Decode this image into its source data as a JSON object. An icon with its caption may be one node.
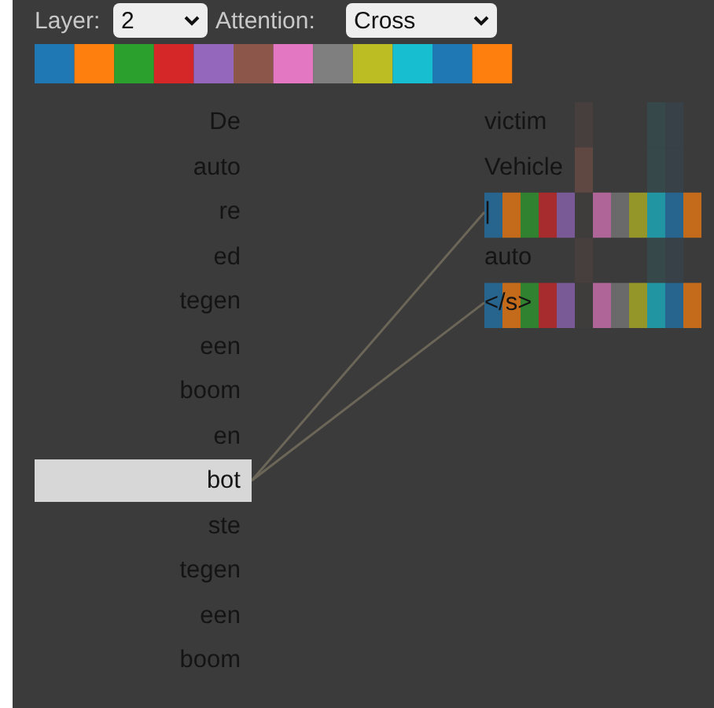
{
  "diagram": {
    "nodes": [
      {
        "text": [
          "De"
        ]
      },
      {
        "text": [
          "auto"
        ]
      },
      {
        "text": [
          "re"
        ]
      },
      {
        "text": [
          "ed"
        ]
      },
      {
        "text": [
          "tegen"
        ]
      },
      {
        "text": [
          "een"
        ]
      },
      {
        "text": [
          "boom"
        ]
      },
      {
        "text": [
          "en"
        ]
      },
      {
        "text": [
          "bot"
        ]
      },
      {
        "text": [
          "ste"
        ]
      },
      {
        "text": [
          "tegen"
        ]
      },
      {
        "text": [
          "een"
        ]
      },
      {
        "text": [
          "boom"
        ]
      },
      {
        "text": [
          "victim"
        ]
      },
      {
        "text": [
          "Vehicle"
        ]
      },
      {
        "text": [
          "|"
        ]
      },
      {
        "text": [
          "auto"
        ]
      },
      {
        "text": [
          "</s>"
        ]
      }
    ],
    "edges": [
      {
        "from": 8,
        "to": 15,
        "arrow": "none"
      },
      {
        "from": 8,
        "to": 17,
        "arrow": "none"
      }
    ],
    "labels": [
      "Layer:",
      "2",
      "Attention:",
      "Cross"
    ]
  }
}
